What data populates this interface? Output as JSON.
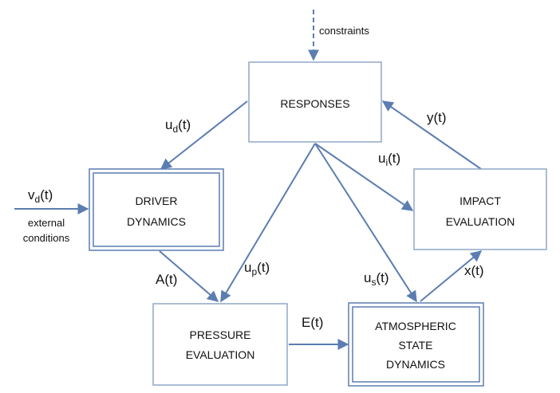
{
  "colors": {
    "box_border": "#8FA7C8",
    "double_border": "#5B7DB1",
    "arrow": "#5B7DB1"
  },
  "boxes": {
    "responses": "RESPONSES",
    "driver_line1": "DRIVER",
    "driver_line2": "DYNAMICS",
    "impact_line1": "IMPACT",
    "impact_line2": "EVALUATION",
    "pressure_line1": "PRESSURE",
    "pressure_line2": "EVALUATION",
    "atmo_line1": "ATMOSPHERIC",
    "atmo_line2": "STATE",
    "atmo_line3": "DYNAMICS"
  },
  "labels": {
    "constraints": "constraints",
    "ud_base": "u",
    "ud_sub": "d",
    "ud_arg": "(t)",
    "y": "y(t)",
    "ui_base": "u",
    "ui_sub": "i",
    "ui_arg": "(t)",
    "vd_base": "v",
    "vd_sub": "d",
    "vd_arg": "(t)",
    "external_line1": "external",
    "external_line2": "conditions",
    "A": "A(t)",
    "up_base": "u",
    "up_sub": "p",
    "up_arg": "(t)",
    "us_base": "u",
    "us_sub": "s",
    "us_arg": "(t)",
    "x": "x(t)",
    "E": "E(t)"
  }
}
